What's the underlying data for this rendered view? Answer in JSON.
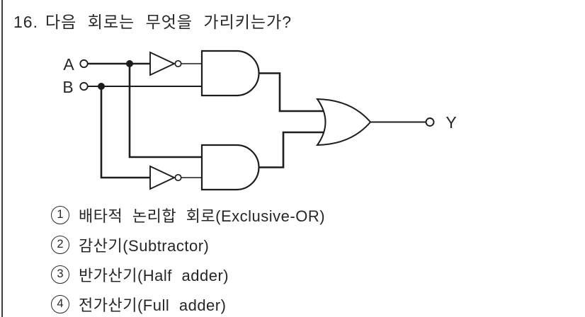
{
  "question": {
    "number": "16.",
    "text": "다음 회로는 무엇을 가리키는가?"
  },
  "circuit": {
    "labels": {
      "input_a": "A",
      "input_b": "B",
      "output_y": "Y"
    },
    "structure": {
      "type": "logic-diagram",
      "gates": [
        {
          "gate": "NOT",
          "position": "top",
          "input": "A"
        },
        {
          "gate": "NOT",
          "position": "bottom",
          "input": "B"
        },
        {
          "gate": "AND",
          "position": "top",
          "inputs": [
            "NOT A",
            "B"
          ]
        },
        {
          "gate": "AND",
          "position": "bottom",
          "inputs": [
            "A",
            "NOT B"
          ]
        },
        {
          "gate": "OR",
          "inputs": [
            "AND top",
            "AND bottom"
          ],
          "output": "Y"
        }
      ]
    }
  },
  "options": {
    "items": [
      {
        "num": "1",
        "text": "배타적 논리합 회로(Exclusive-OR)"
      },
      {
        "num": "2",
        "text": "감산기(Subtractor)"
      },
      {
        "num": "3",
        "text": "반가산기(Half adder)"
      },
      {
        "num": "4",
        "text": "전가산기(Full adder)"
      }
    ]
  },
  "colors": {
    "ink": "#1d1d1d",
    "paper": "#ffffff"
  }
}
